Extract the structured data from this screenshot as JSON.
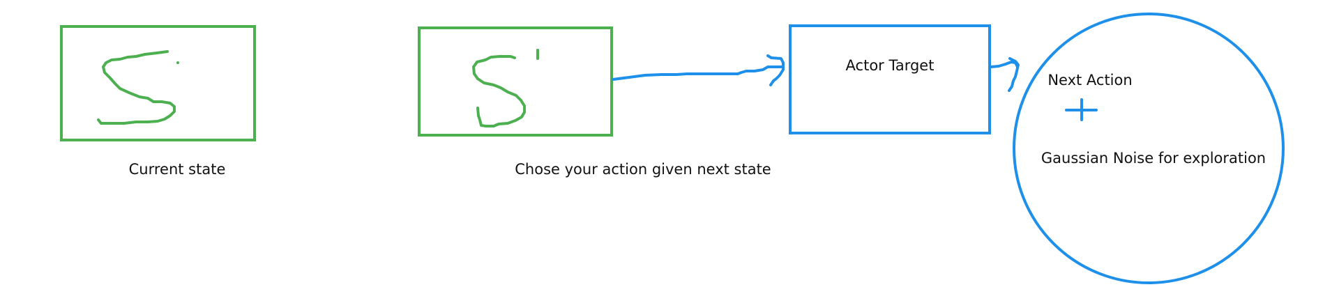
{
  "colors": {
    "state": "#4caf50",
    "actor": "#1e90ea",
    "text": "#111111"
  },
  "labels": {
    "current_state": "Current state",
    "next_state_caption": "Chose your action given next state",
    "actor_target": "Actor Target",
    "next_action": "Next Action",
    "noise": "Gaussian Noise for exploration"
  }
}
